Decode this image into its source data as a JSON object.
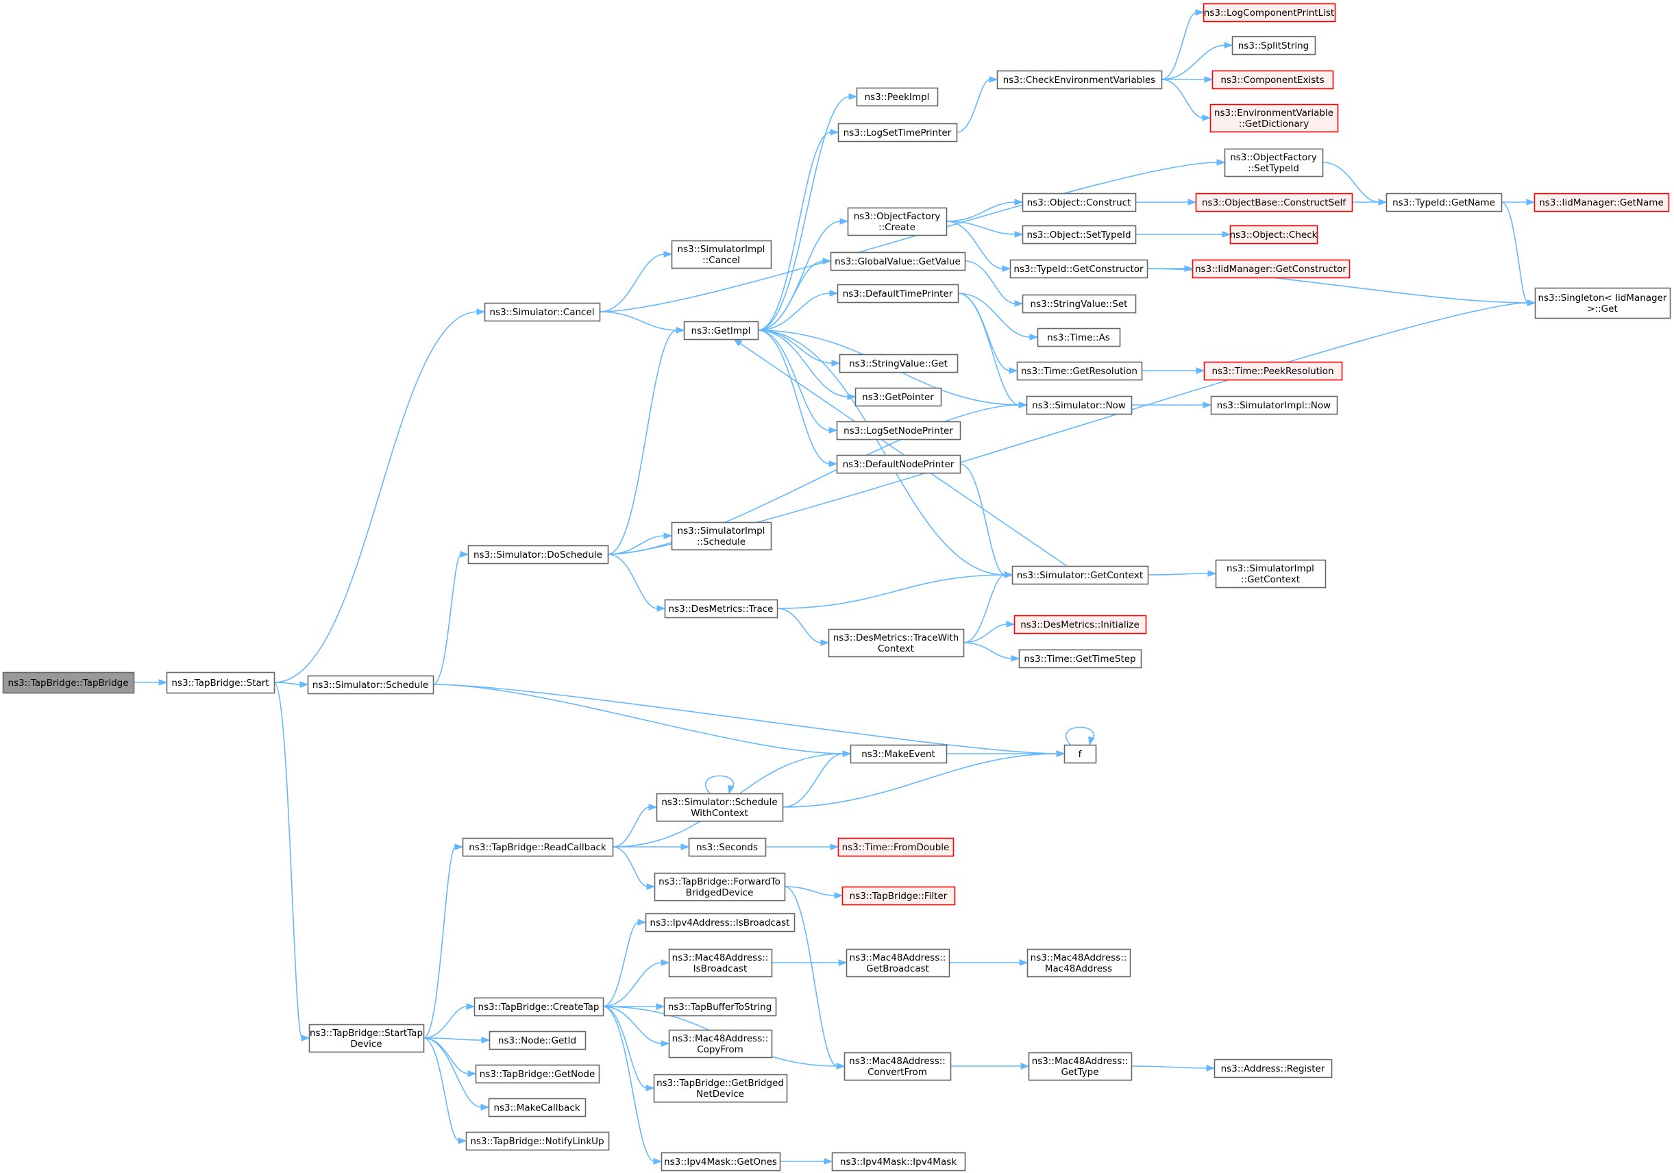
{
  "diagram": {
    "type": "call-graph",
    "colors": {
      "edge": "#63b8ff",
      "root_fill": "#999999",
      "node_border": "#666666",
      "undocumented_border": "#ff0000",
      "undocumented_fill": "#fff0f0"
    },
    "nodes": [
      {
        "id": "n0",
        "lines": [
          "ns3::TapBridge::TapBridge"
        ],
        "style": "root"
      },
      {
        "id": "n1",
        "lines": [
          "ns3::TapBridge::Start"
        ],
        "style": "normal"
      },
      {
        "id": "n2",
        "lines": [
          "ns3::Simulator::Cancel"
        ],
        "style": "normal"
      },
      {
        "id": "n3",
        "lines": [
          "ns3::SimulatorImpl",
          "::Cancel"
        ],
        "style": "normal"
      },
      {
        "id": "n4",
        "lines": [
          "ns3::GetImpl"
        ],
        "style": "normal"
      },
      {
        "id": "n5",
        "lines": [
          "ns3::PeekImpl"
        ],
        "style": "normal"
      },
      {
        "id": "n6",
        "lines": [
          "ns3::LogSetTimePrinter"
        ],
        "style": "normal"
      },
      {
        "id": "n7",
        "lines": [
          "ns3::CheckEnvironmentVariables"
        ],
        "style": "normal"
      },
      {
        "id": "n8",
        "lines": [
          "ns3::LogComponentPrintList"
        ],
        "style": "red"
      },
      {
        "id": "n9",
        "lines": [
          "ns3::SplitString"
        ],
        "style": "normal"
      },
      {
        "id": "n10",
        "lines": [
          "ns3::ComponentExists"
        ],
        "style": "red"
      },
      {
        "id": "n11",
        "lines": [
          "ns3::EnvironmentVariable",
          "::GetDictionary"
        ],
        "style": "red"
      },
      {
        "id": "n12",
        "lines": [
          "ns3::ObjectFactory",
          "::SetTypeId"
        ],
        "style": "normal"
      },
      {
        "id": "n13",
        "lines": [
          "ns3::TypeId::GetName"
        ],
        "style": "normal"
      },
      {
        "id": "n14",
        "lines": [
          "ns3::IidManager::GetName"
        ],
        "style": "red"
      },
      {
        "id": "n15",
        "lines": [
          "ns3::Singleton< IidManager",
          ">::Get"
        ],
        "style": "normal"
      },
      {
        "id": "n16",
        "lines": [
          "ns3::ObjectFactory",
          "::Create"
        ],
        "style": "normal"
      },
      {
        "id": "n17",
        "lines": [
          "ns3::Object::Construct"
        ],
        "style": "normal"
      },
      {
        "id": "n18",
        "lines": [
          "ns3::ObjectBase::ConstructSelf"
        ],
        "style": "red"
      },
      {
        "id": "n19",
        "lines": [
          "ns3::Object::SetTypeId"
        ],
        "style": "normal"
      },
      {
        "id": "n20",
        "lines": [
          "ns3::Object::Check"
        ],
        "style": "red"
      },
      {
        "id": "n21",
        "lines": [
          "ns3::TypeId::GetConstructor"
        ],
        "style": "normal"
      },
      {
        "id": "n22",
        "lines": [
          "ns3::IidManager::GetConstructor"
        ],
        "style": "red"
      },
      {
        "id": "n23",
        "lines": [
          "ns3::GlobalValue::GetValue"
        ],
        "style": "normal"
      },
      {
        "id": "n24",
        "lines": [
          "ns3::StringValue::Set"
        ],
        "style": "normal"
      },
      {
        "id": "n25",
        "lines": [
          "ns3::DefaultTimePrinter"
        ],
        "style": "normal"
      },
      {
        "id": "n26",
        "lines": [
          "ns3::Time::As"
        ],
        "style": "normal"
      },
      {
        "id": "n27",
        "lines": [
          "ns3::Time::GetResolution"
        ],
        "style": "normal"
      },
      {
        "id": "n28",
        "lines": [
          "ns3::Time::PeekResolution"
        ],
        "style": "red"
      },
      {
        "id": "n29",
        "lines": [
          "ns3::Simulator::Now"
        ],
        "style": "normal"
      },
      {
        "id": "n30",
        "lines": [
          "ns3::SimulatorImpl::Now"
        ],
        "style": "normal"
      },
      {
        "id": "n31",
        "lines": [
          "ns3::StringValue::Get"
        ],
        "style": "normal"
      },
      {
        "id": "n32",
        "lines": [
          "ns3::GetPointer"
        ],
        "style": "normal"
      },
      {
        "id": "n33",
        "lines": [
          "ns3::LogSetNodePrinter"
        ],
        "style": "normal"
      },
      {
        "id": "n34",
        "lines": [
          "ns3::DefaultNodePrinter"
        ],
        "style": "normal"
      },
      {
        "id": "n35",
        "lines": [
          "ns3::Simulator::DoSchedule"
        ],
        "style": "normal"
      },
      {
        "id": "n36",
        "lines": [
          "ns3::SimulatorImpl",
          "::Schedule"
        ],
        "style": "normal"
      },
      {
        "id": "n37",
        "lines": [
          "ns3::Simulator::GetContext"
        ],
        "style": "normal"
      },
      {
        "id": "n38",
        "lines": [
          "ns3::SimulatorImpl",
          "::GetContext"
        ],
        "style": "normal"
      },
      {
        "id": "n39",
        "lines": [
          "ns3::DesMetrics::Trace"
        ],
        "style": "normal"
      },
      {
        "id": "n40",
        "lines": [
          "ns3::DesMetrics::TraceWith",
          "Context"
        ],
        "style": "normal"
      },
      {
        "id": "n41",
        "lines": [
          "ns3::DesMetrics::Initialize"
        ],
        "style": "red"
      },
      {
        "id": "n42",
        "lines": [
          "ns3::Time::GetTimeStep"
        ],
        "style": "normal"
      },
      {
        "id": "n43",
        "lines": [
          "ns3::Simulator::Schedule"
        ],
        "style": "normal"
      },
      {
        "id": "n44",
        "lines": [
          "ns3::MakeEvent"
        ],
        "style": "normal"
      },
      {
        "id": "n45",
        "lines": [
          "f"
        ],
        "style": "normal"
      },
      {
        "id": "n46",
        "lines": [
          "ns3::Simulator::Schedule",
          "WithContext"
        ],
        "style": "normal"
      },
      {
        "id": "n47",
        "lines": [
          "ns3::TapBridge::ReadCallback"
        ],
        "style": "normal"
      },
      {
        "id": "n48",
        "lines": [
          "ns3::Seconds"
        ],
        "style": "normal"
      },
      {
        "id": "n49",
        "lines": [
          "ns3::Time::FromDouble"
        ],
        "style": "red"
      },
      {
        "id": "n50",
        "lines": [
          "ns3::TapBridge::ForwardTo",
          "BridgedDevice"
        ],
        "style": "normal"
      },
      {
        "id": "n51",
        "lines": [
          "ns3::TapBridge::Filter"
        ],
        "style": "red"
      },
      {
        "id": "n52",
        "lines": [
          "ns3::Ipv4Address::IsBroadcast"
        ],
        "style": "normal"
      },
      {
        "id": "n53",
        "lines": [
          "ns3::Mac48Address::",
          "IsBroadcast"
        ],
        "style": "normal"
      },
      {
        "id": "n54",
        "lines": [
          "ns3::Mac48Address::",
          "GetBroadcast"
        ],
        "style": "normal"
      },
      {
        "id": "n55",
        "lines": [
          "ns3::Mac48Address::",
          "Mac48Address"
        ],
        "style": "normal"
      },
      {
        "id": "n56",
        "lines": [
          "ns3::TapBridge::CreateTap"
        ],
        "style": "normal"
      },
      {
        "id": "n57",
        "lines": [
          "ns3::TapBufferToString"
        ],
        "style": "normal"
      },
      {
        "id": "n58",
        "lines": [
          "ns3::Mac48Address::",
          "CopyFrom"
        ],
        "style": "normal"
      },
      {
        "id": "n59",
        "lines": [
          "ns3::TapBridge::StartTap",
          "Device"
        ],
        "style": "normal"
      },
      {
        "id": "n60",
        "lines": [
          "ns3::Node::GetId"
        ],
        "style": "normal"
      },
      {
        "id": "n61",
        "lines": [
          "ns3::TapBridge::GetBridged",
          "NetDevice"
        ],
        "style": "normal"
      },
      {
        "id": "n62",
        "lines": [
          "ns3::Mac48Address::",
          "ConvertFrom"
        ],
        "style": "normal"
      },
      {
        "id": "n63",
        "lines": [
          "ns3::Mac48Address::",
          "GetType"
        ],
        "style": "normal"
      },
      {
        "id": "n64",
        "lines": [
          "ns3::Address::Register"
        ],
        "style": "normal"
      },
      {
        "id": "n65",
        "lines": [
          "ns3::TapBridge::GetNode"
        ],
        "style": "normal"
      },
      {
        "id": "n66",
        "lines": [
          "ns3::MakeCallback"
        ],
        "style": "normal"
      },
      {
        "id": "n67",
        "lines": [
          "ns3::TapBridge::NotifyLinkUp"
        ],
        "style": "normal"
      },
      {
        "id": "n68",
        "lines": [
          "ns3::Ipv4Mask::GetOnes"
        ],
        "style": "normal"
      },
      {
        "id": "n69",
        "lines": [
          "ns3::Ipv4Mask::Ipv4Mask"
        ],
        "style": "normal"
      }
    ],
    "edges": [
      [
        "n0",
        "n1"
      ],
      [
        "n1",
        "n2"
      ],
      [
        "n1",
        "n43"
      ],
      [
        "n1",
        "n59"
      ],
      [
        "n2",
        "n3"
      ],
      [
        "n2",
        "n4"
      ],
      [
        "n2",
        "n12"
      ],
      [
        "n4",
        "n5"
      ],
      [
        "n4",
        "n6"
      ],
      [
        "n4",
        "n16"
      ],
      [
        "n4",
        "n23"
      ],
      [
        "n4",
        "n25"
      ],
      [
        "n4",
        "n31"
      ],
      [
        "n4",
        "n32"
      ],
      [
        "n4",
        "n33"
      ],
      [
        "n4",
        "n34"
      ],
      [
        "n4",
        "n29"
      ],
      [
        "n4",
        "n37"
      ],
      [
        "n6",
        "n7"
      ],
      [
        "n7",
        "n8"
      ],
      [
        "n7",
        "n9"
      ],
      [
        "n7",
        "n10"
      ],
      [
        "n7",
        "n11"
      ],
      [
        "n12",
        "n13"
      ],
      [
        "n13",
        "n14"
      ],
      [
        "n13",
        "n15"
      ],
      [
        "n16",
        "n17"
      ],
      [
        "n16",
        "n19"
      ],
      [
        "n16",
        "n21"
      ],
      [
        "n17",
        "n18"
      ],
      [
        "n18",
        "n13"
      ],
      [
        "n19",
        "n20"
      ],
      [
        "n21",
        "n22"
      ],
      [
        "n21",
        "n15"
      ],
      [
        "n23",
        "n24"
      ],
      [
        "n25",
        "n26"
      ],
      [
        "n25",
        "n27"
      ],
      [
        "n25",
        "n29"
      ],
      [
        "n27",
        "n28"
      ],
      [
        "n29",
        "n30"
      ],
      [
        "n34",
        "n37"
      ],
      [
        "n37",
        "n4"
      ],
      [
        "n37",
        "n38"
      ],
      [
        "n35",
        "n4"
      ],
      [
        "n35",
        "n29"
      ],
      [
        "n35",
        "n36"
      ],
      [
        "n35",
        "n15"
      ],
      [
        "n35",
        "n39"
      ],
      [
        "n39",
        "n37"
      ],
      [
        "n39",
        "n40"
      ],
      [
        "n40",
        "n37"
      ],
      [
        "n40",
        "n41"
      ],
      [
        "n40",
        "n42"
      ],
      [
        "n43",
        "n35"
      ],
      [
        "n43",
        "n44"
      ],
      [
        "n43",
        "n45"
      ],
      [
        "n44",
        "n45"
      ],
      [
        "n45",
        "n45"
      ],
      [
        "n46",
        "n46"
      ],
      [
        "n46",
        "n44"
      ],
      [
        "n46",
        "n45"
      ],
      [
        "n47",
        "n44"
      ],
      [
        "n47",
        "n46"
      ],
      [
        "n47",
        "n48"
      ],
      [
        "n47",
        "n50"
      ],
      [
        "n48",
        "n49"
      ],
      [
        "n50",
        "n51"
      ],
      [
        "n50",
        "n62"
      ],
      [
        "n53",
        "n54"
      ],
      [
        "n54",
        "n55"
      ],
      [
        "n56",
        "n52"
      ],
      [
        "n56",
        "n53"
      ],
      [
        "n56",
        "n57"
      ],
      [
        "n56",
        "n58"
      ],
      [
        "n56",
        "n61"
      ],
      [
        "n56",
        "n62"
      ],
      [
        "n56",
        "n68"
      ],
      [
        "n59",
        "n47"
      ],
      [
        "n59",
        "n56"
      ],
      [
        "n59",
        "n60"
      ],
      [
        "n59",
        "n65"
      ],
      [
        "n59",
        "n66"
      ],
      [
        "n59",
        "n67"
      ],
      [
        "n62",
        "n63"
      ],
      [
        "n63",
        "n64"
      ],
      [
        "n68",
        "n69"
      ]
    ]
  }
}
